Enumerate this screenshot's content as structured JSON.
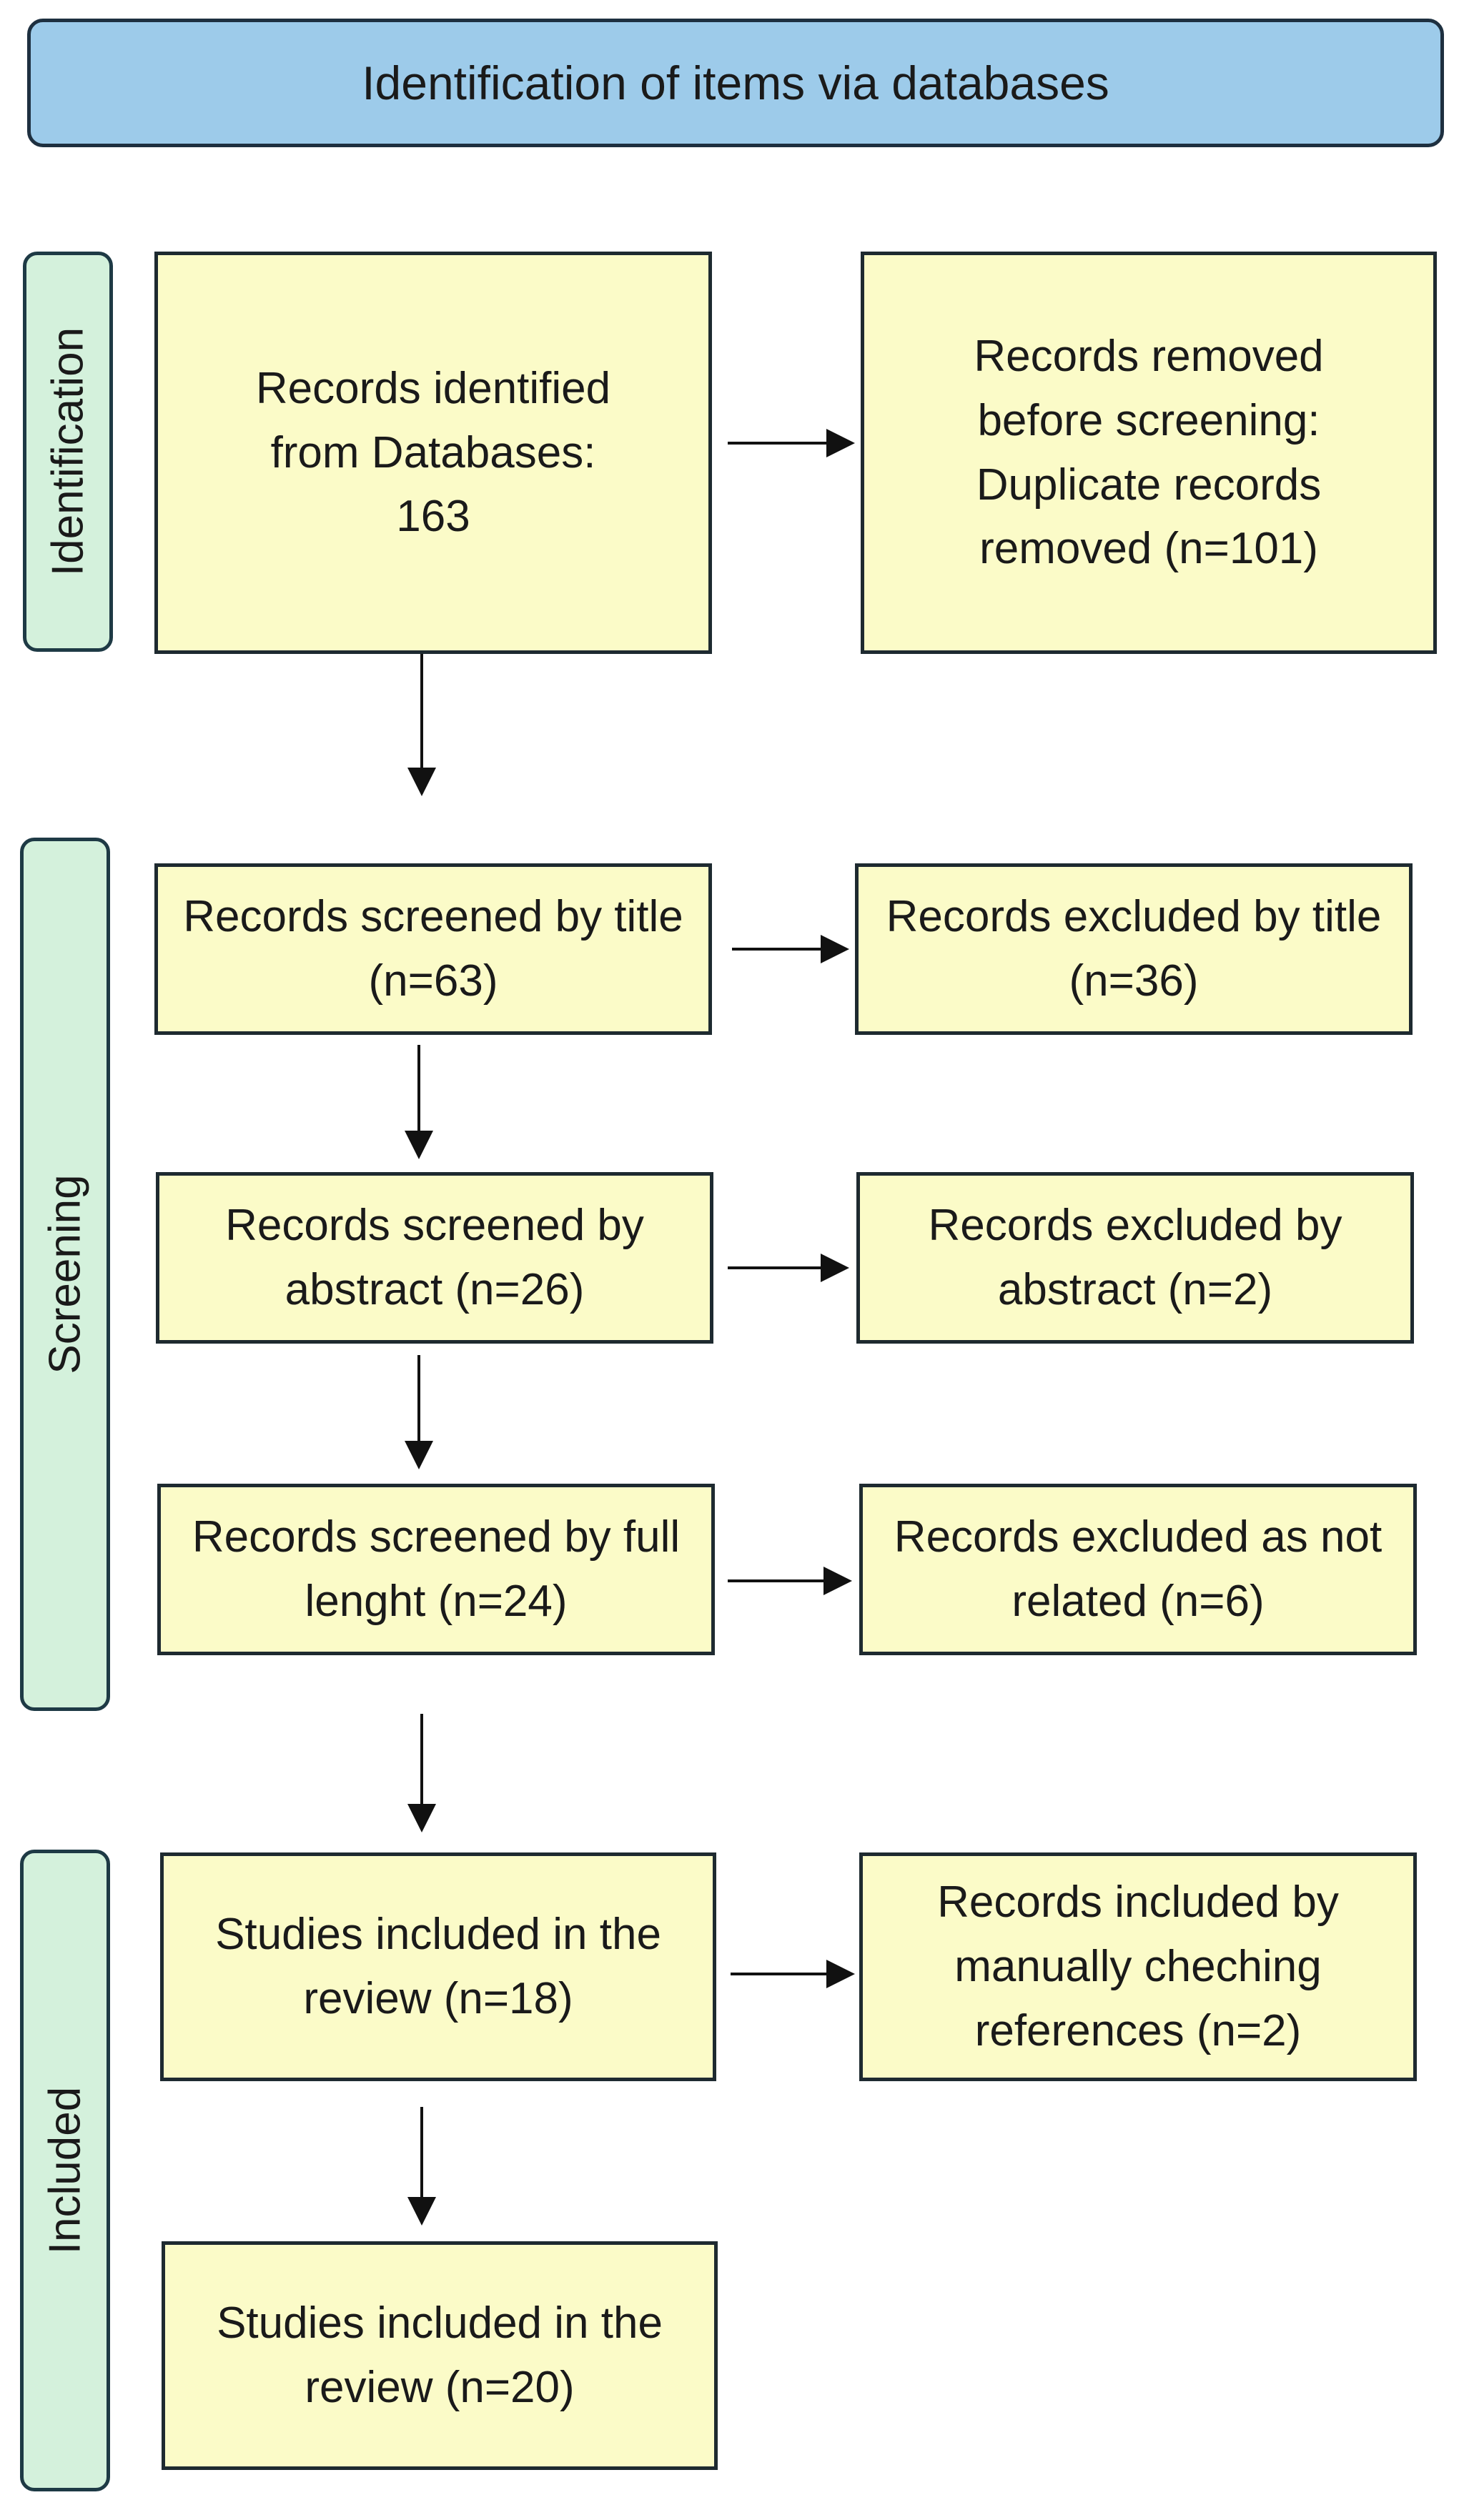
{
  "header": {
    "title": "Identification of items via databases"
  },
  "stages": {
    "identification": "Identification",
    "screening": "Screening",
    "included": "Included"
  },
  "boxes": {
    "records_identified": "Records identified from Databases: 163",
    "records_removed": "Records removed before screening: Duplicate records removed (n=101)",
    "screened_title": "Records screened by title  (n=63)",
    "excluded_title": "Records excluded by title (n=36)",
    "screened_abstract": "Records screened by abstract (n=26)",
    "excluded_abstract": "Records excluded by abstract (n=2)",
    "screened_full": "Records screened by full lenght (n=24)",
    "excluded_not_related": "Records excluded as not related (n=6)",
    "included_review_18": "Studies included in the review (n=18)",
    "included_manual_refs": "Records included by manually cheching references (n=2)",
    "included_review_20": "Studies included in the review (n=20)"
  },
  "colors": {
    "header_fill": "#9dcbea",
    "stage_fill": "#d4f1dc",
    "box_fill": "#fbfbc8",
    "stroke": "#1e2a30"
  }
}
